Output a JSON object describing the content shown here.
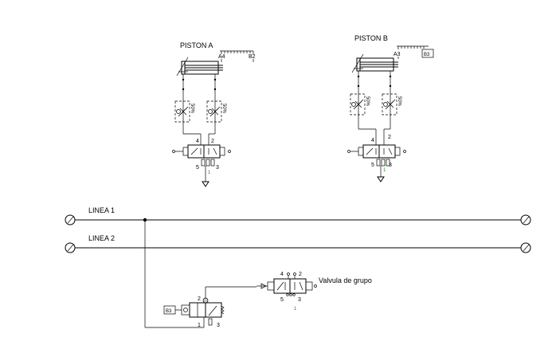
{
  "labels": {
    "piston_a": "PISTON  A",
    "piston_b": "PISTON  B",
    "linea_1": "LINEA  1",
    "linea_2": "LINEA  2",
    "valvula_grupo": "Valvula de grupo"
  },
  "sensors": {
    "a4": "A4",
    "b2": "B2",
    "a3": "A3",
    "b3": "B3",
    "b3_input": "B3"
  },
  "flow_controls": {
    "percent": "50%"
  },
  "ports": {
    "p4": "4",
    "p2": "2",
    "p5": "5",
    "p3": "3",
    "p1": "1"
  },
  "colors": {
    "line": "#000000",
    "port_label_green": "#1a8a1a",
    "background": "#ffffff"
  }
}
